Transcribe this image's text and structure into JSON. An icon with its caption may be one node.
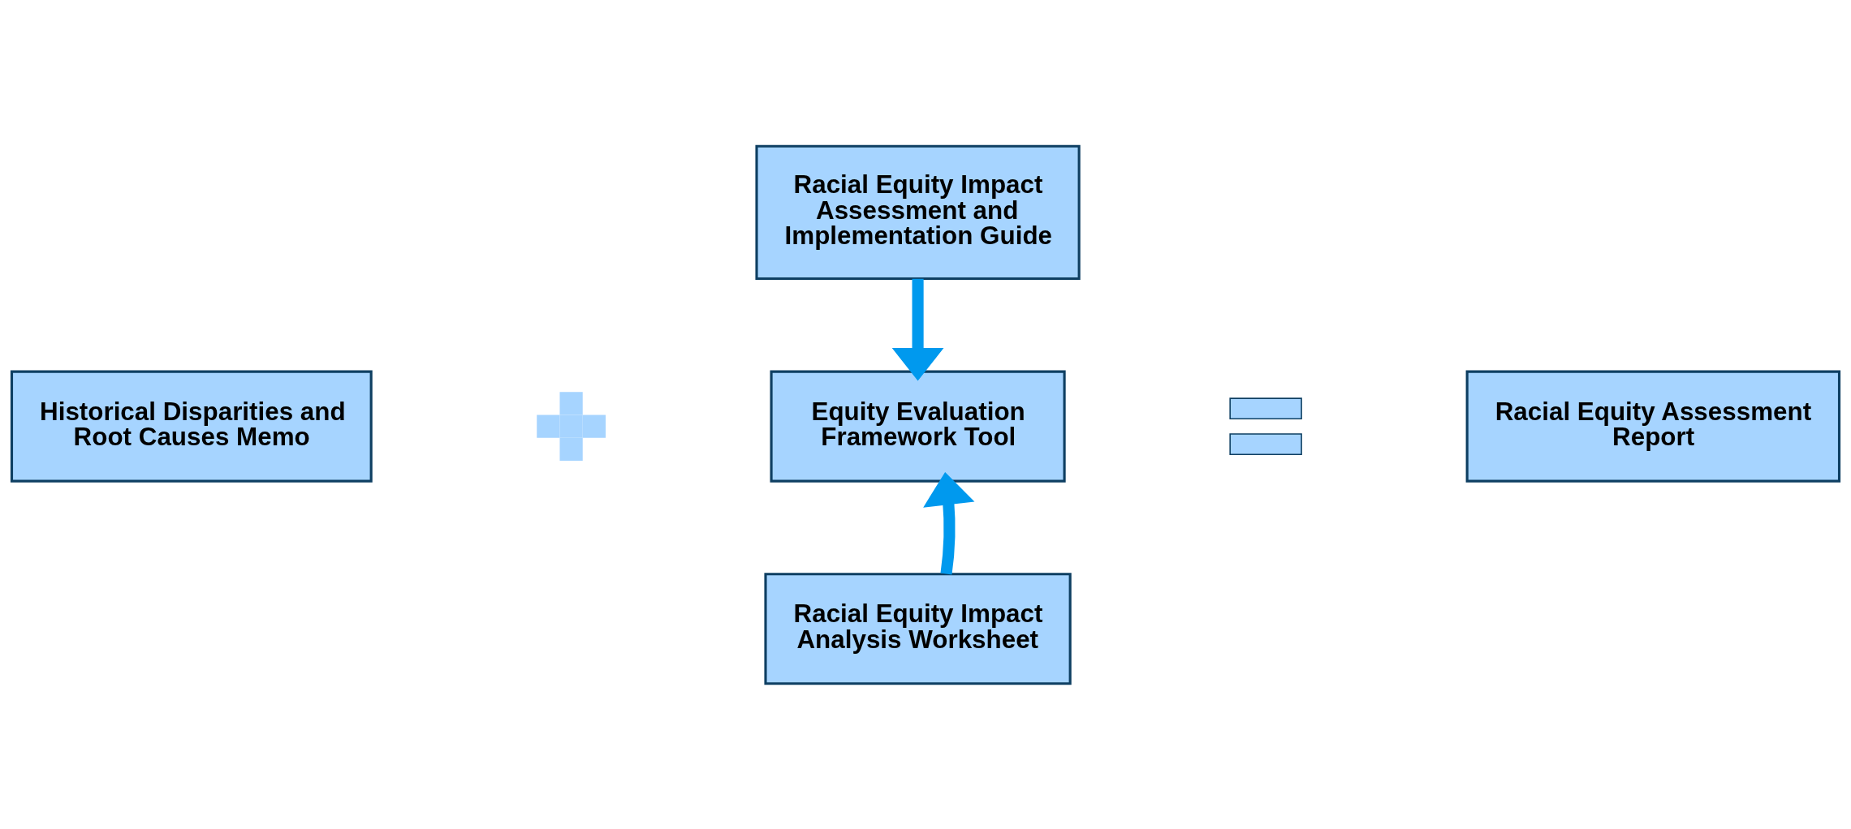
{
  "diagram": {
    "nodes": [
      {
        "text": [
          "Racial Equity Impact Assessment and Implementation Guide"
        ]
      },
      {
        "text": [
          "Historical Disparities and Root Causes Memo"
        ]
      },
      {
        "text": [],
        "shape": "plus"
      },
      {
        "text": [
          "Equity Evaluation Framework Tool"
        ]
      },
      {
        "text": [],
        "shape": "equals"
      },
      {
        "text": [
          "Racial Equity Assessment Report"
        ]
      },
      {
        "text": [
          "Racial Equity Impact Analysis Worksheet"
        ]
      }
    ],
    "edges": [
      {
        "from": 0,
        "to": 3,
        "arrow": "to"
      },
      {
        "from": 6,
        "to": 3,
        "arrow": "to"
      }
    ]
  }
}
